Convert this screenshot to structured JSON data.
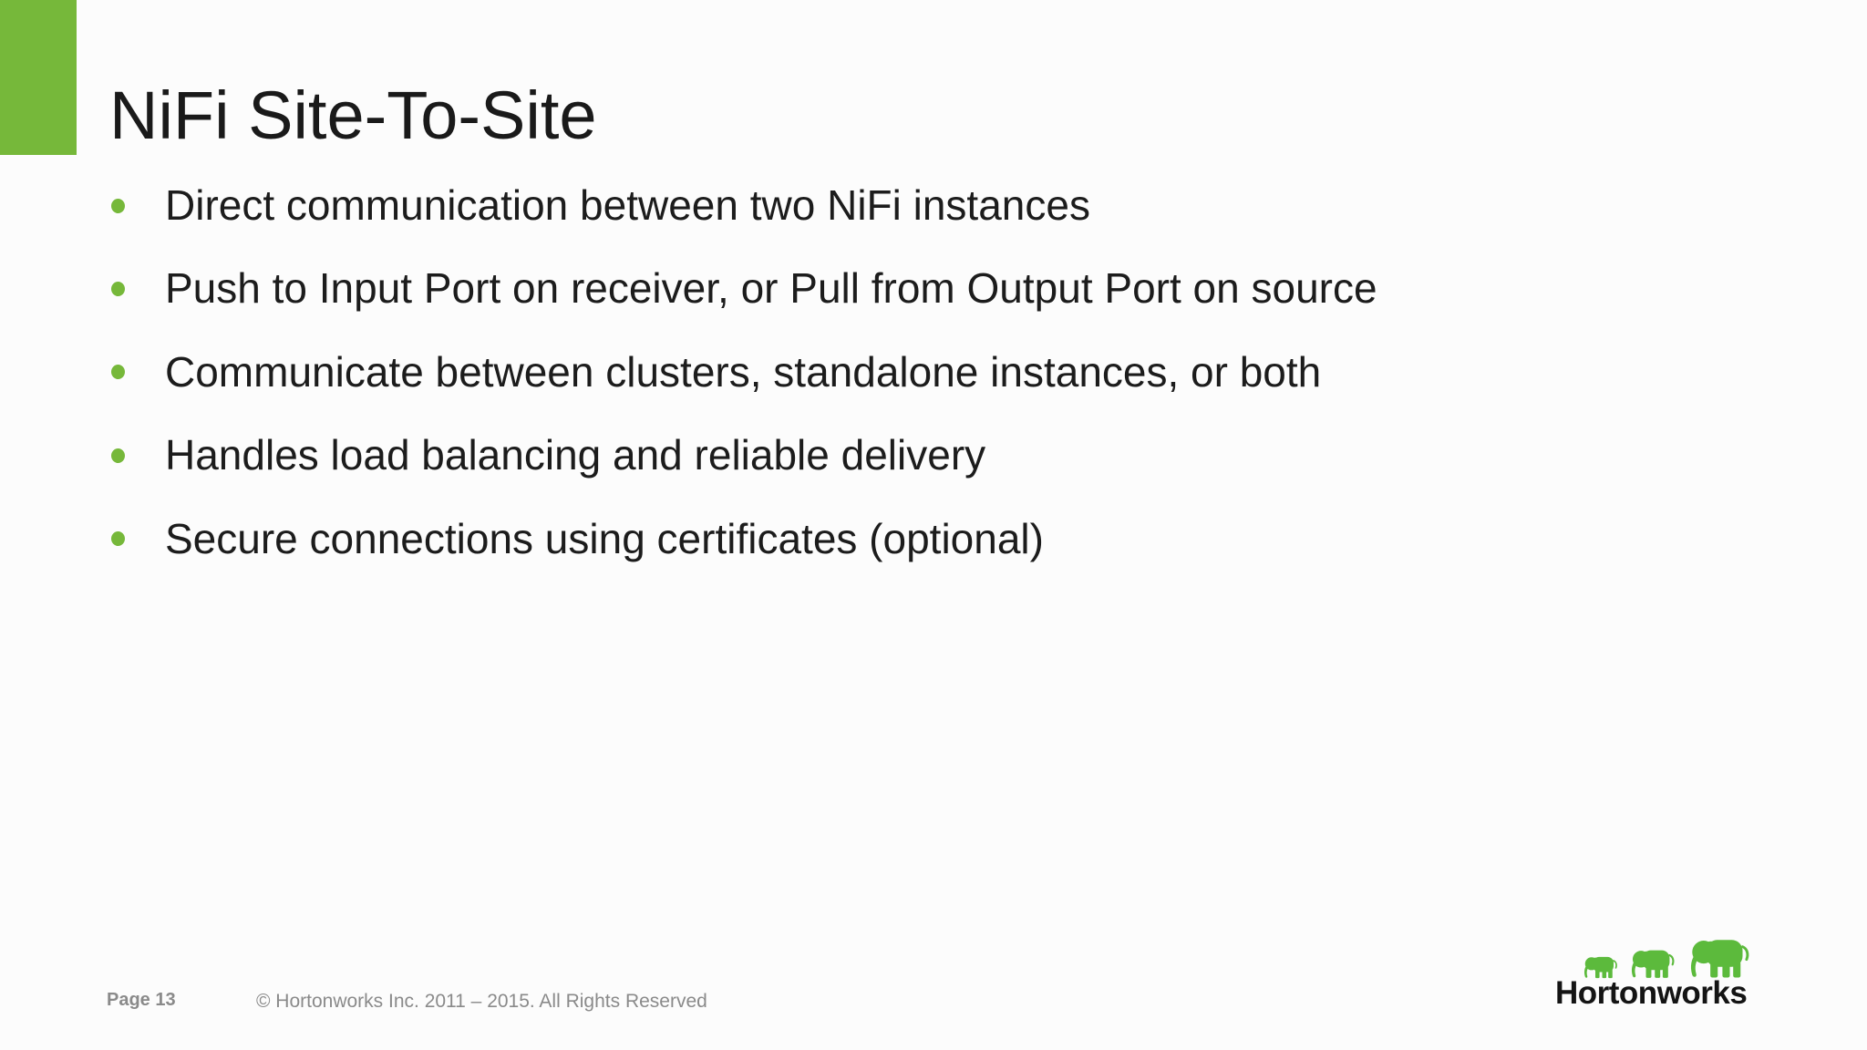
{
  "slide": {
    "title": "NiFi Site-To-Site",
    "bullets": [
      "Direct communication between two NiFi instances",
      "Push to Input Port on receiver, or Pull from Output Port on source",
      "Communicate between clusters, standalone instances, or both",
      "Handles load balancing and reliable delivery",
      "Secure connections using certificates (optional)"
    ],
    "footer": {
      "page_label": "Page 13",
      "copyright": "© Hortonworks Inc. 2011 – 2015. All Rights Reserved"
    },
    "logo": {
      "text": "Hortonworks",
      "icon": "elephant-trio"
    },
    "icons": {
      "bullet": "green-dot",
      "logo_elephants": "elephant-silhouette"
    },
    "colors": {
      "accent_green": "#76B83A",
      "logo_green": "#5CBA3C",
      "footer_gray": "#8A8A8A",
      "text_dark": "#1C1C1C",
      "background": "#FCFCFC"
    }
  }
}
